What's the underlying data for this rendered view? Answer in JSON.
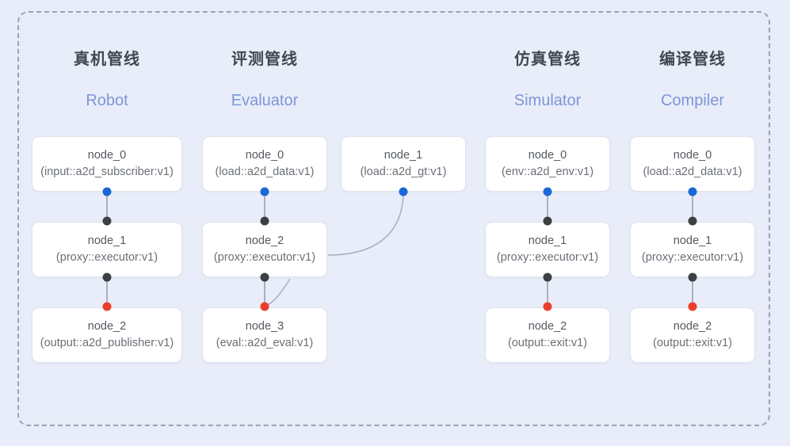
{
  "diagram": {
    "background_color": "#e8edf9",
    "frame_border_color": "#9aa3b5",
    "port_colors": {
      "input": "#1a68d6",
      "internal": "#3c4043",
      "output": "#ec3e2a"
    },
    "edge_color": "#aab0bd",
    "title_color": "#42474f",
    "subtitle_color": "#7e95d8"
  },
  "columns": [
    {
      "id": "robot",
      "title": "真机管线",
      "subtitle": "Robot",
      "nodes": [
        {
          "id": "robot-node-0",
          "name": "node_0",
          "type": "(input::a2d_subscriber:v1)"
        },
        {
          "id": "robot-node-1",
          "name": "node_1",
          "type": "(proxy::executor:v1)"
        },
        {
          "id": "robot-node-2",
          "name": "node_2",
          "type": "(output::a2d_publisher:v1)"
        }
      ]
    },
    {
      "id": "evaluator",
      "title": "评测管线",
      "subtitle": "Evaluator",
      "nodes": [
        {
          "id": "eval-node-0",
          "name": "node_0",
          "type": "(load::a2d_data:v1)"
        },
        {
          "id": "eval-node-1",
          "name": "node_1",
          "type": "(load::a2d_gt:v1)"
        },
        {
          "id": "eval-node-2",
          "name": "node_2",
          "type": "(proxy::executor:v1)"
        },
        {
          "id": "eval-node-3",
          "name": "node_3",
          "type": "(eval::a2d_eval:v1)"
        }
      ]
    },
    {
      "id": "simulator",
      "title": "仿真管线",
      "subtitle": "Simulator",
      "nodes": [
        {
          "id": "sim-node-0",
          "name": "node_0",
          "type": "(env::a2d_env:v1)"
        },
        {
          "id": "sim-node-1",
          "name": "node_1",
          "type": "(proxy::executor:v1)"
        },
        {
          "id": "sim-node-2",
          "name": "node_2",
          "type": "(output::exit:v1)"
        }
      ]
    },
    {
      "id": "compiler",
      "title": "编译管线",
      "subtitle": "Compiler",
      "nodes": [
        {
          "id": "comp-node-0",
          "name": "node_0",
          "type": "(load::a2d_data:v1)"
        },
        {
          "id": "comp-node-1",
          "name": "node_1",
          "type": "(proxy::executor:v1)"
        },
        {
          "id": "comp-node-2",
          "name": "node_2",
          "type": "(output::exit:v1)"
        }
      ]
    }
  ]
}
